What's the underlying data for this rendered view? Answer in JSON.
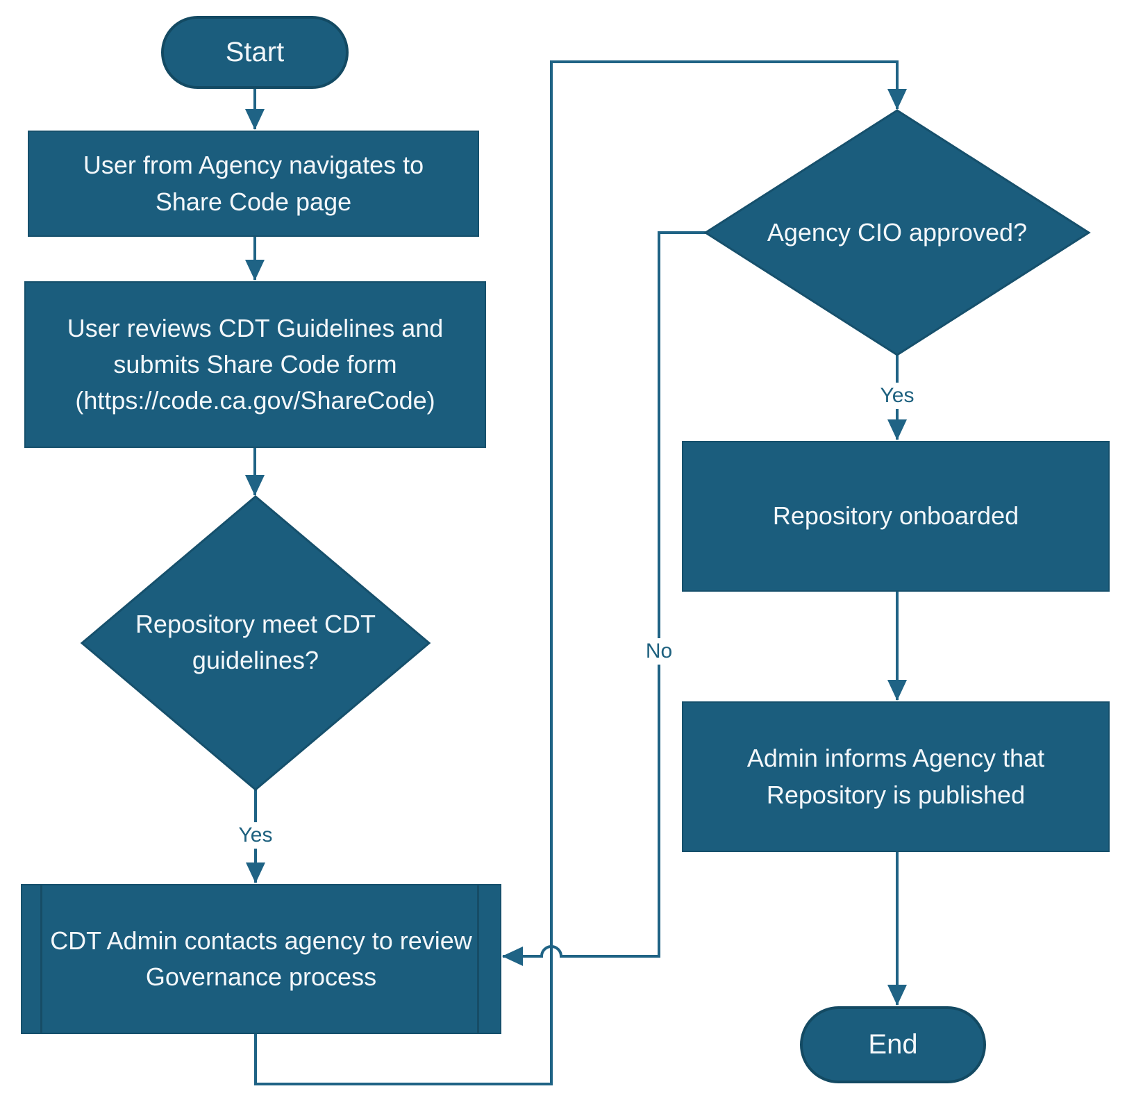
{
  "diagram": {
    "type": "flowchart",
    "colors": {
      "shape_fill": "#1b5d7d",
      "shape_border": "#134a63",
      "connector": "#1f6385",
      "shape_text": "#f3f7fa",
      "edge_label_text": "#1e617f",
      "background": "#ffffff"
    },
    "nodes": {
      "start": {
        "type": "terminator",
        "label": "Start"
      },
      "navigate": {
        "type": "process",
        "label": "User from Agency navigates to Share Code page"
      },
      "review_submit": {
        "type": "process",
        "label": "User reviews CDT Guidelines and submits Share Code form (https://code.ca.gov/ShareCode)"
      },
      "meets_guidelines": {
        "type": "decision",
        "label": "Repository meet CDT guidelines?"
      },
      "cdt_admin_contacts": {
        "type": "predefined-process",
        "label": "CDT Admin contacts agency to review Governance process"
      },
      "cio_approved": {
        "type": "decision",
        "label": "Agency CIO approved?"
      },
      "repo_onboarded": {
        "type": "process",
        "label": "Repository onboarded"
      },
      "admin_informs": {
        "type": "process",
        "label": "Admin informs Agency that Repository is published"
      },
      "end": {
        "type": "terminator",
        "label": "End"
      }
    },
    "edges": {
      "guidelines_yes_label": "Yes",
      "cio_no_label": "No",
      "cio_yes_label": "Yes"
    }
  }
}
